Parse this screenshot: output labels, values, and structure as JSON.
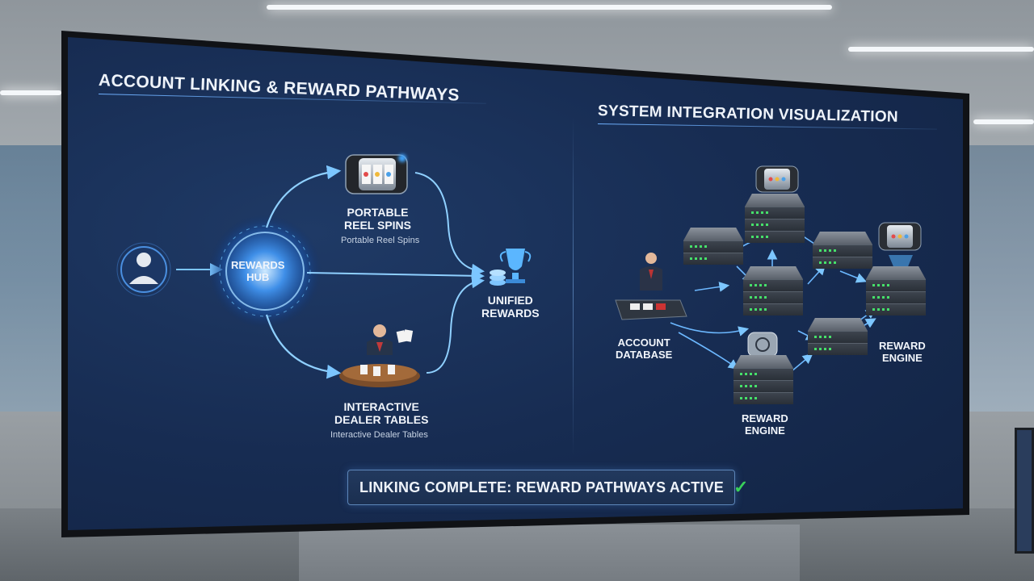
{
  "left_panel": {
    "title": "ACCOUNT LINKING & REWARD PATHWAYS",
    "hub_label_line1": "REWARDS",
    "hub_label_line2": "HUB",
    "reels_label_line1": "PORTABLE",
    "reels_label_line2": "REEL SPINS",
    "reels_sublabel": "Portable Reel Spins",
    "dealer_label_line1": "INTERACTIVE",
    "dealer_label_line2": "DEALER TABLES",
    "dealer_sublabel": "Interactive Dealer Tables",
    "unified_label_line1": "UNIFIED",
    "unified_label_line2": "REWARDS"
  },
  "right_panel": {
    "title": "SYSTEM INTEGRATION VISUALIZATION",
    "account_db_line1": "ACCOUNT",
    "account_db_line2": "DATABASE",
    "reward_engine_right_line1": "REWARD",
    "reward_engine_right_line2": "ENGINE",
    "reward_engine_bottom_line1": "REWARD",
    "reward_engine_bottom_line2": "ENGINE"
  },
  "status": {
    "text": "LINKING COMPLETE: REWARD PATHWAYS ACTIVE",
    "check_glyph": "✓"
  },
  "colors": {
    "accent": "#4da3ff",
    "glow": "#6cc4ff",
    "success": "#39d05a",
    "panel_bg": "#172c52"
  }
}
